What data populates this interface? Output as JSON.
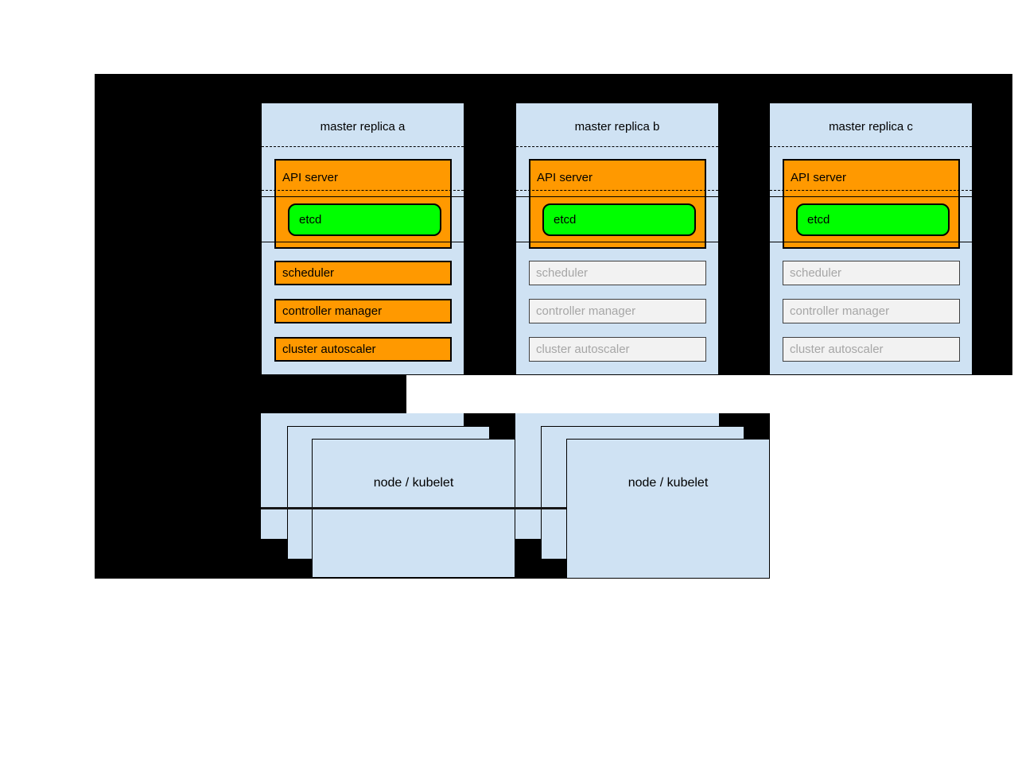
{
  "colors": {
    "canvas": "#000000",
    "page_background": "#ffffff",
    "box_blue": "#cfe2f3",
    "active_component_fill": "#ff9900",
    "etcd_fill": "#00ff00",
    "inactive_component_fill": "#f2f2f2",
    "inactive_component_text": "#a6a6a6",
    "text": "#000000"
  },
  "masters": [
    {
      "title": "master replica a",
      "state": "active",
      "api_server": "API server",
      "etcd": "etcd",
      "components": [
        {
          "label": "scheduler"
        },
        {
          "label": "controller manager"
        },
        {
          "label": "cluster autoscaler"
        }
      ]
    },
    {
      "title": "master replica b",
      "state": "inactive",
      "api_server": "API server",
      "etcd": "etcd",
      "components": [
        {
          "label": "scheduler"
        },
        {
          "label": "controller manager"
        },
        {
          "label": "cluster autoscaler"
        }
      ]
    },
    {
      "title": "master replica c",
      "state": "inactive",
      "api_server": "API server",
      "etcd": "etcd",
      "components": [
        {
          "label": "scheduler"
        },
        {
          "label": "controller manager"
        },
        {
          "label": "cluster autoscaler"
        }
      ]
    }
  ],
  "nodes": [
    {
      "label": "node / kubelet"
    },
    {
      "label": "node / kubelet"
    }
  ]
}
